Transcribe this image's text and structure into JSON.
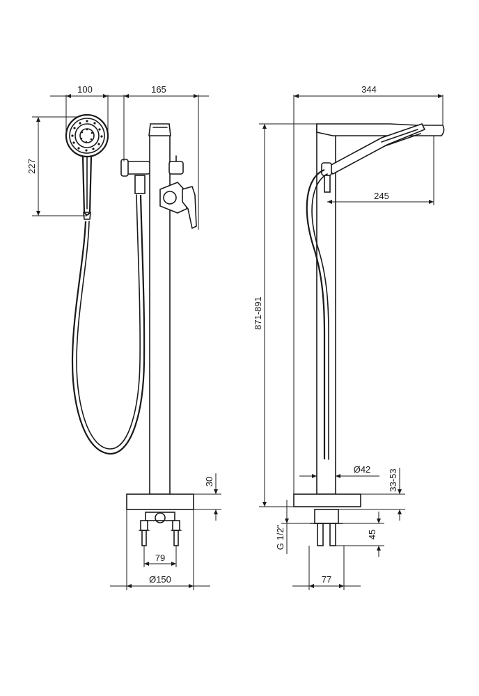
{
  "dimensions": {
    "shower_head_width": "100",
    "shower_head_height": "227",
    "mixer_offset": "165",
    "total_depth": "344",
    "spout_projection": "245",
    "total_height": "871-891",
    "column_diameter": "Ø42",
    "base_height": "30",
    "floor_mount_height": "33-53",
    "connection_thread": "G 1/2\"",
    "connection_height": "45",
    "connection_spacing_front": "79",
    "base_diameter": "Ø150",
    "connection_spacing_side": "77"
  },
  "colors": {
    "line": "#1a1a1a",
    "background": "#ffffff"
  }
}
